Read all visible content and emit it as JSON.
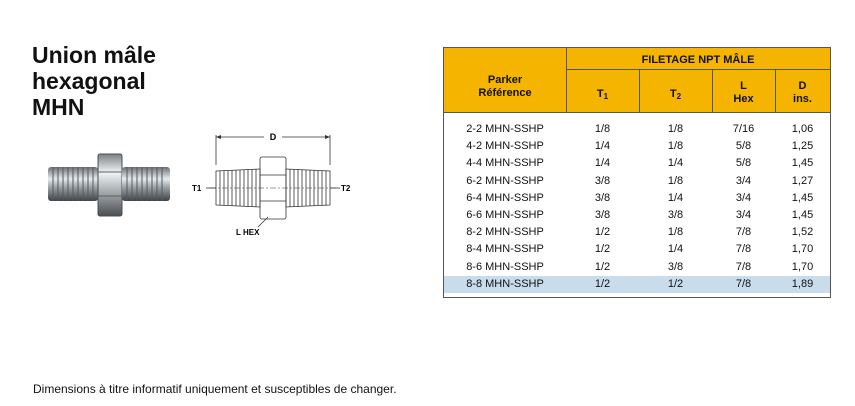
{
  "title": {
    "line1": "Union mâle",
    "line2": "hexagonal",
    "line3": "MHN"
  },
  "diagram": {
    "label_d": "D",
    "label_t1": "T1",
    "label_t2": "T2",
    "label_lhex": "L HEX"
  },
  "table": {
    "group_header": "FILETAGE NPT MÂLE",
    "col_ref_line1": "Parker",
    "col_ref_line2": "Référence",
    "col_t1": "T",
    "col_t1_sub": "1",
    "col_t2": "T",
    "col_t2_sub": "2",
    "col_l_line1": "L",
    "col_l_line2": "Hex",
    "col_d_line1": "D",
    "col_d_line2": "ins.",
    "rows": [
      [
        "2-2 MHN-SSHP",
        "1/8",
        "1/8",
        "7/16",
        "1,06"
      ],
      [
        "4-2 MHN-SSHP",
        "1/4",
        "1/8",
        "5/8",
        "1,25"
      ],
      [
        "4-4 MHN-SSHP",
        "1/4",
        "1/4",
        "5/8",
        "1,45"
      ],
      [
        "6-2 MHN-SSHP",
        "3/8",
        "1/8",
        "3/4",
        "1,27"
      ],
      [
        "6-4 MHN-SSHP",
        "3/8",
        "1/4",
        "3/4",
        "1,45"
      ],
      [
        "6-6 MHN-SSHP",
        "3/8",
        "3/8",
        "3/4",
        "1,45"
      ],
      [
        "8-2 MHN-SSHP",
        "1/2",
        "1/8",
        "7/8",
        "1,52"
      ],
      [
        "8-4 MHN-SSHP",
        "1/2",
        "1/4",
        "7/8",
        "1,70"
      ],
      [
        "8-6 MHN-SSHP",
        "1/2",
        "3/8",
        "7/8",
        "1,70"
      ],
      [
        "8-8 MHN-SSHP",
        "1/2",
        "1/2",
        "7/8",
        "1,89"
      ]
    ]
  },
  "footnote": "Dimensions à titre informatif uniquement et susceptibles de changer.",
  "colors": {
    "header_bg": "#f5b400",
    "highlight_row": "#c9dcec"
  }
}
